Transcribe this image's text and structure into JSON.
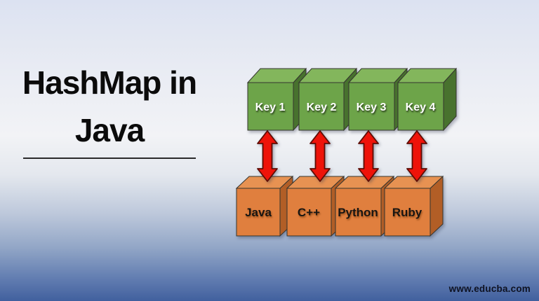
{
  "title": {
    "line1": "HashMap in",
    "line2": "Java"
  },
  "diagram": {
    "keys": [
      {
        "label": "Key 1"
      },
      {
        "label": "Key 2"
      },
      {
        "label": "Key 3"
      },
      {
        "label": "Key 4"
      }
    ],
    "values": [
      {
        "label": "Java"
      },
      {
        "label": "C++"
      },
      {
        "label": "Python"
      },
      {
        "label": "Ruby"
      }
    ],
    "colors": {
      "key_front": "#6da449",
      "key_top": "#83b65c",
      "key_side": "#48722e",
      "value_front": "#e07f3e",
      "value_top": "#e79252",
      "value_side": "#b25e26",
      "arrow_fill": "#ee1309",
      "arrow_outline": "#5d0d05"
    }
  },
  "footer": {
    "site": "www.educba.com"
  }
}
